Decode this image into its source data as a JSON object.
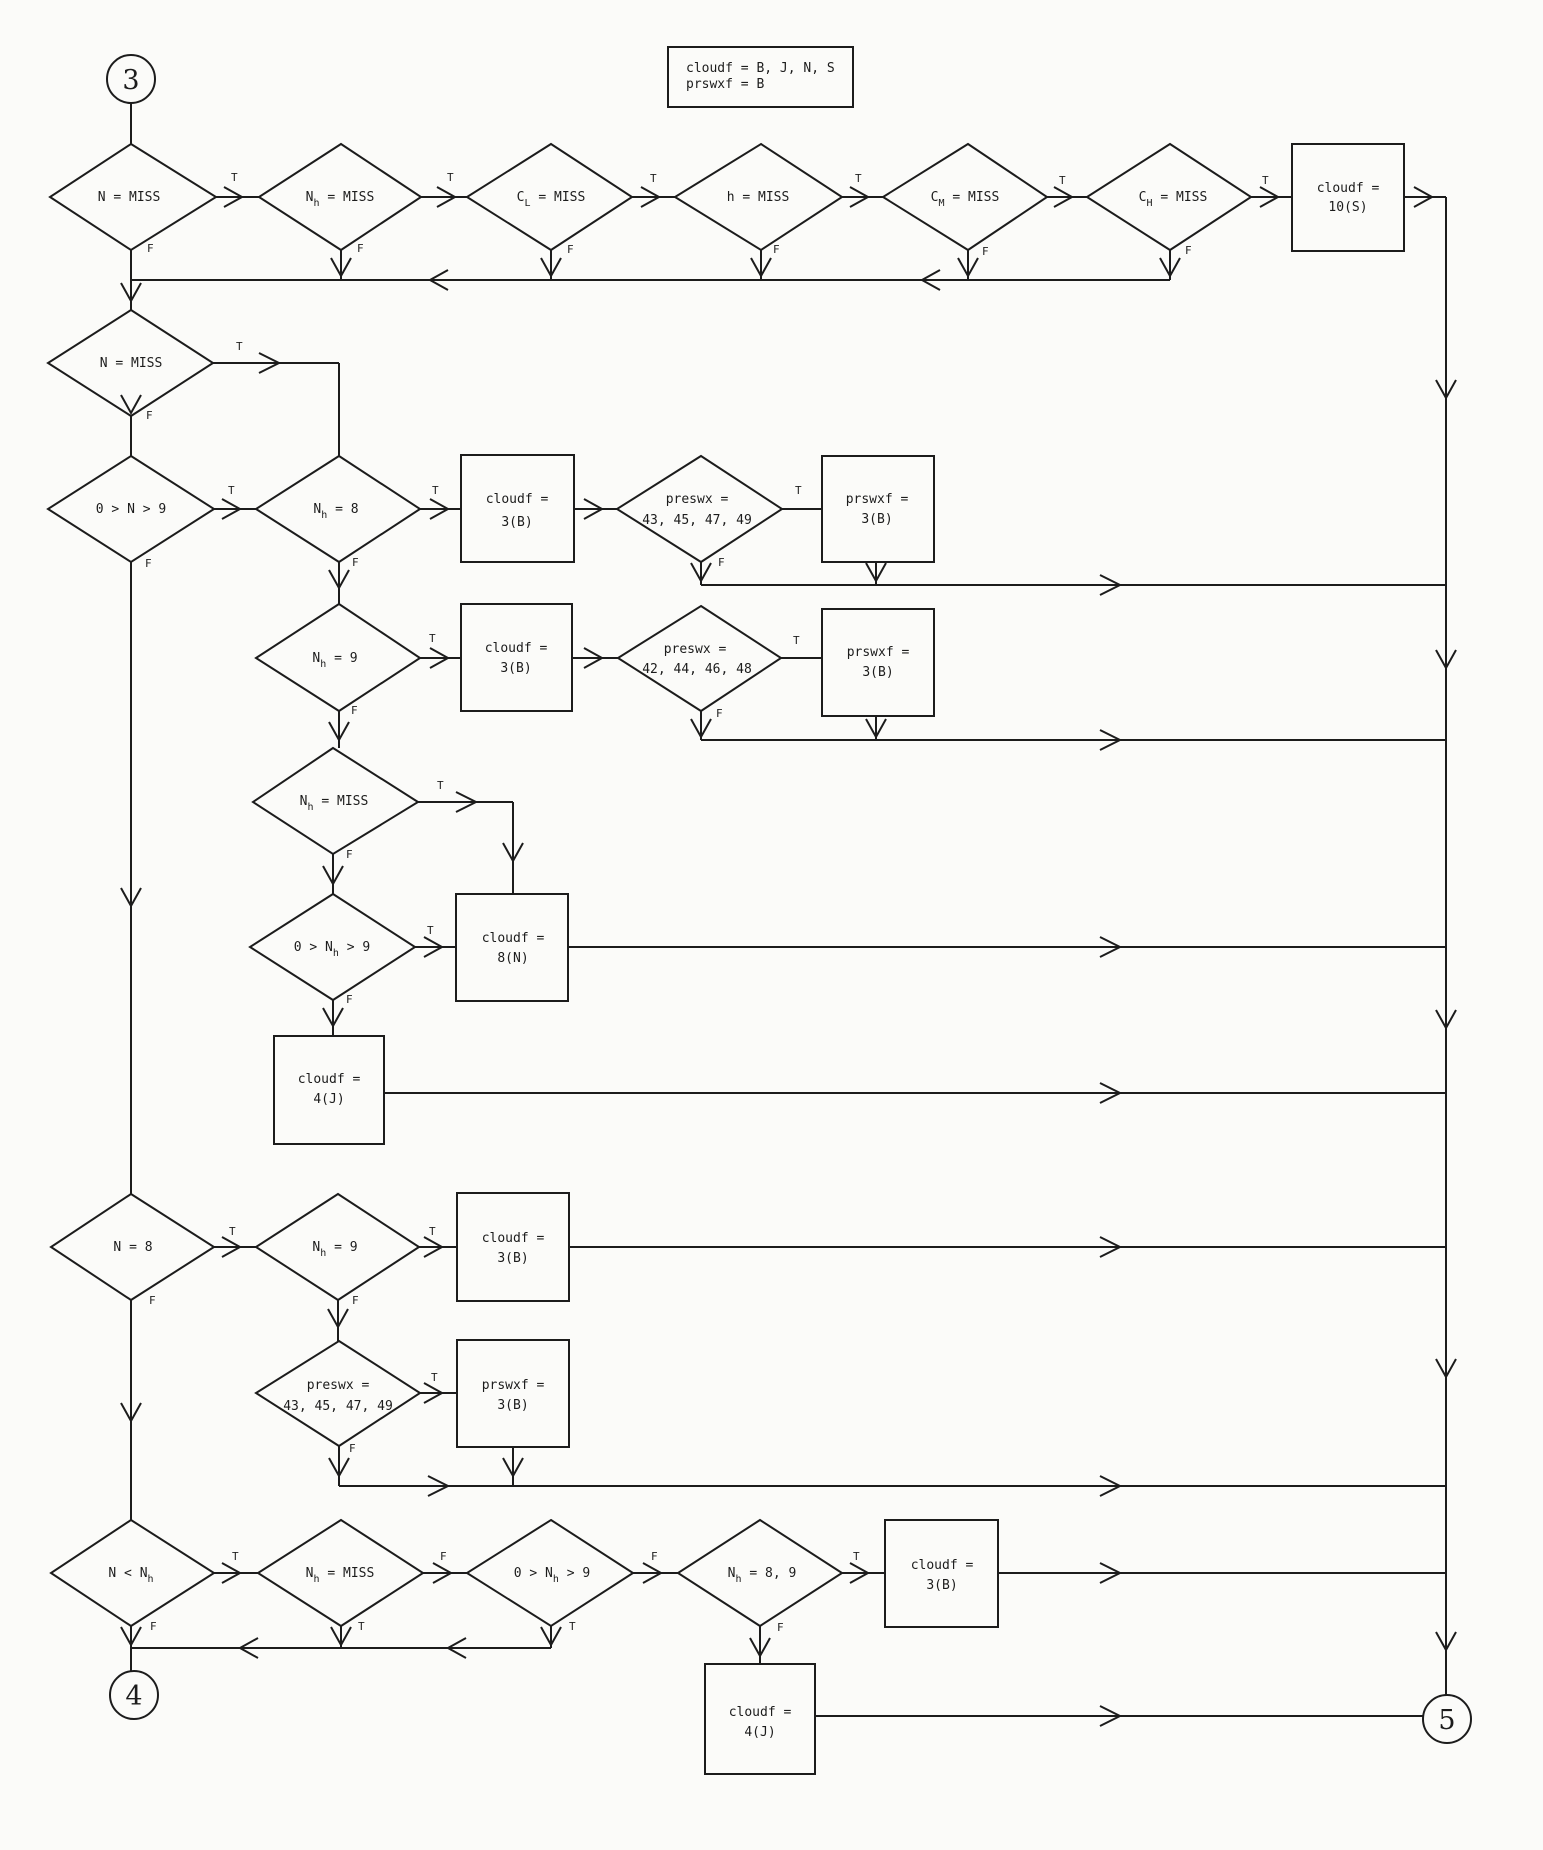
{
  "legend": {
    "line1": "cloudf = B, J, N, S",
    "line2": "prswxf = B"
  },
  "connectors": {
    "c3": "3",
    "c4": "4",
    "c5": "5"
  },
  "flags": {
    "t": "T",
    "f": "F"
  },
  "text": {
    "n_miss": "N = MISS",
    "eq_miss": "= MISS",
    "n": "N",
    "h": "h",
    "c": "C",
    "sub_h": "h",
    "sub_l": "L",
    "sub_m": "M",
    "sub_hh": "H",
    "eq_8": "= 8",
    "eq_9": "= 9",
    "eq_89": "= 8, 9",
    "range_n": "0 > N > 9",
    "range_open": "0 > N",
    "range_close": "> 9",
    "n_eq_8": "N = 8",
    "n_lt": "N < N",
    "cloudf_eq": "cloudf =",
    "prswxf_eq": "prswxf =",
    "preswx_eq": "preswx =",
    "v_10s": "10(S)",
    "v_3b": "3(B)",
    "v_8n": "8(N)",
    "v_4j": "4(J)",
    "codes_odd": "43, 45, 47, 49",
    "codes_even": "42, 44, 46, 48"
  }
}
